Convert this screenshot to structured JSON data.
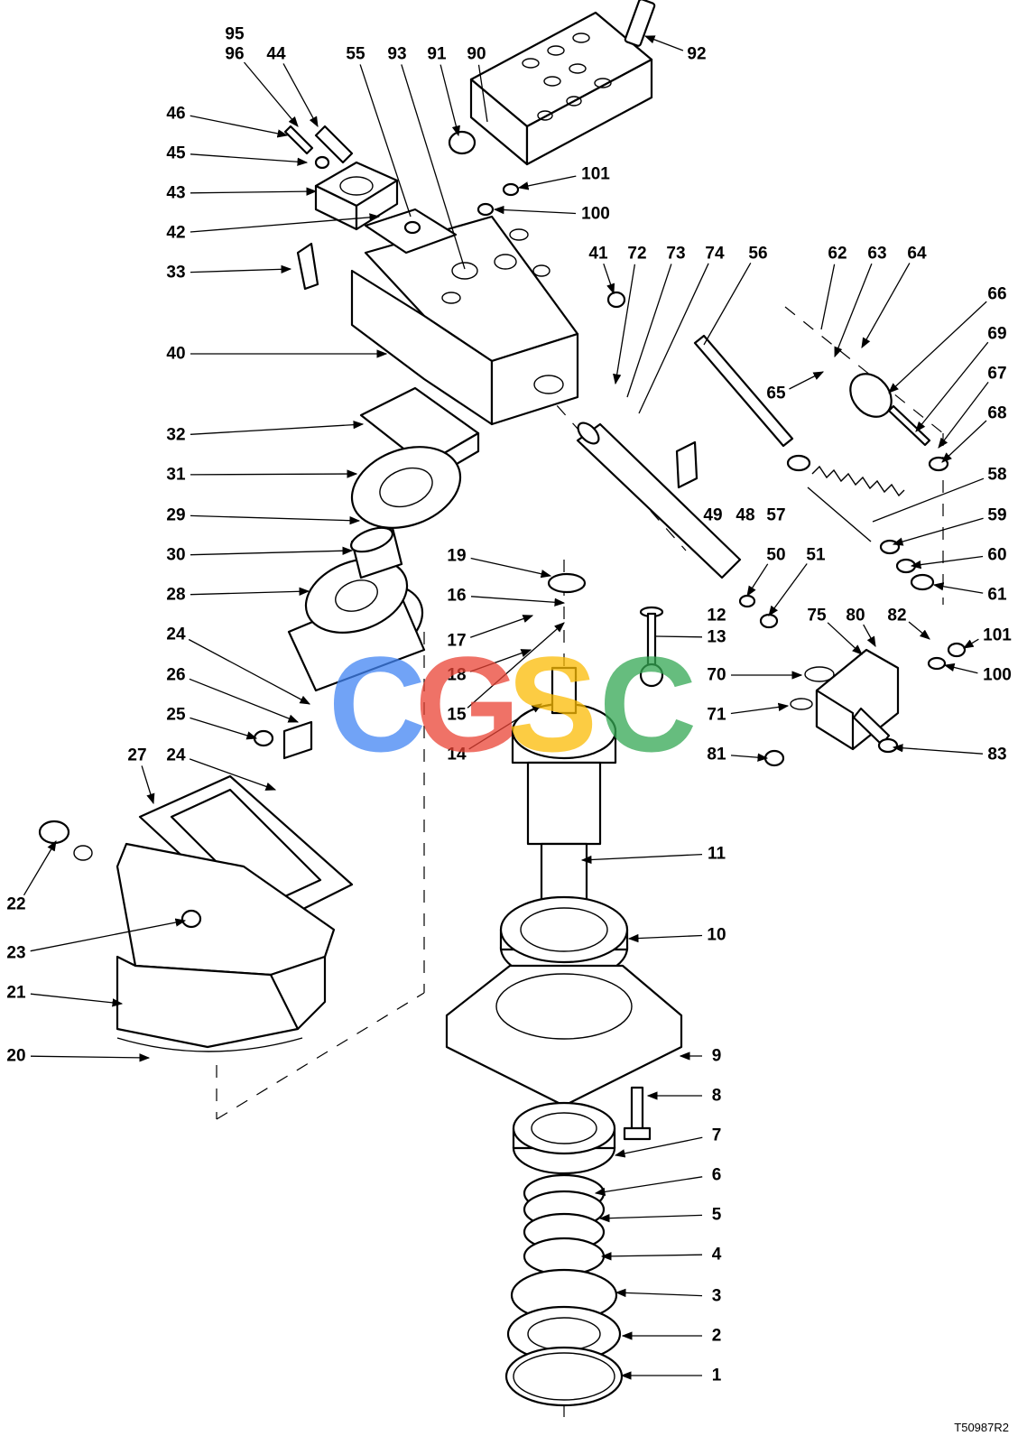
{
  "drawing_code": "T50987R2",
  "watermark": {
    "letters": [
      {
        "char": "C",
        "color": "#4285F4"
      },
      {
        "char": "G",
        "color": "#EA4335"
      },
      {
        "char": "S",
        "color": "#FBBC05"
      },
      {
        "char": "C",
        "color": "#34A853"
      }
    ]
  },
  "labels": [
    "95",
    "96",
    "44",
    "55",
    "93",
    "91",
    "90",
    "92",
    "46",
    "45",
    "43",
    "42",
    "33",
    "101",
    "100",
    "41",
    "72",
    "73",
    "74",
    "56",
    "62",
    "63",
    "64",
    "66",
    "69",
    "67",
    "68",
    "65",
    "40",
    "32",
    "31",
    "29",
    "30",
    "28",
    "24",
    "26",
    "25",
    "27",
    "24",
    "22",
    "23",
    "21",
    "20",
    "19",
    "16",
    "17",
    "18",
    "15",
    "14",
    "12",
    "13",
    "11",
    "10",
    "9",
    "8",
    "7",
    "6",
    "5",
    "4",
    "3",
    "2",
    "1",
    "49",
    "48",
    "57",
    "58",
    "59",
    "60",
    "61",
    "50",
    "51",
    "75",
    "80",
    "82",
    "101",
    "100",
    "70",
    "71",
    "81",
    "83"
  ]
}
